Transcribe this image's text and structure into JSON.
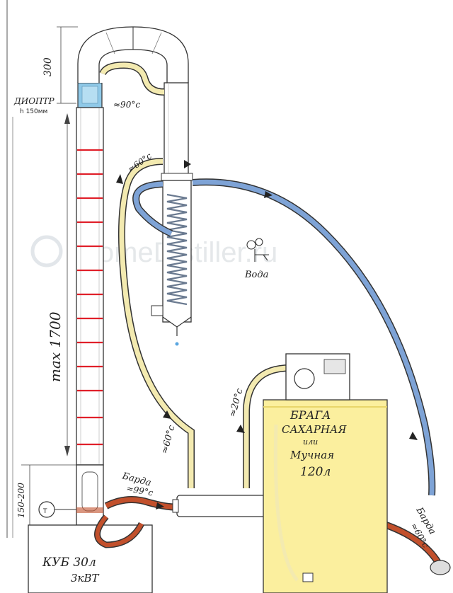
{
  "labels": {
    "dim_top": "300",
    "dioptr": "ДИОПТР",
    "dioptr_h": "h 150мм",
    "temp_90": "≈90°c",
    "temp_60_top": "≈60°c",
    "water": "Вода",
    "column_height": "max 1700",
    "dim_bottom": "150-200",
    "thermo": "T",
    "barda_left": "Барда",
    "temp_99": "≈99°c",
    "temp_60_mid": "≈60°c",
    "temp_20": "≈20°c",
    "braga_1": "БРАГА",
    "braga_2": "САХАРНАЯ",
    "braga_3": "или",
    "braga_4": "Мучная",
    "braga_5": "120л",
    "barda_right": "Барда",
    "temp_60_right": "≈60°c",
    "cube_1": "КУБ 30л",
    "cube_2": "3кВТ"
  },
  "colors": {
    "yellow_tube": "#f3eab0",
    "blue_tube": "#7ea3d6",
    "red_tube": "#c2502c",
    "braga_fill": "#fbef9e",
    "diopter_blue": "#8fc9e8",
    "plates": "#e0202a"
  }
}
